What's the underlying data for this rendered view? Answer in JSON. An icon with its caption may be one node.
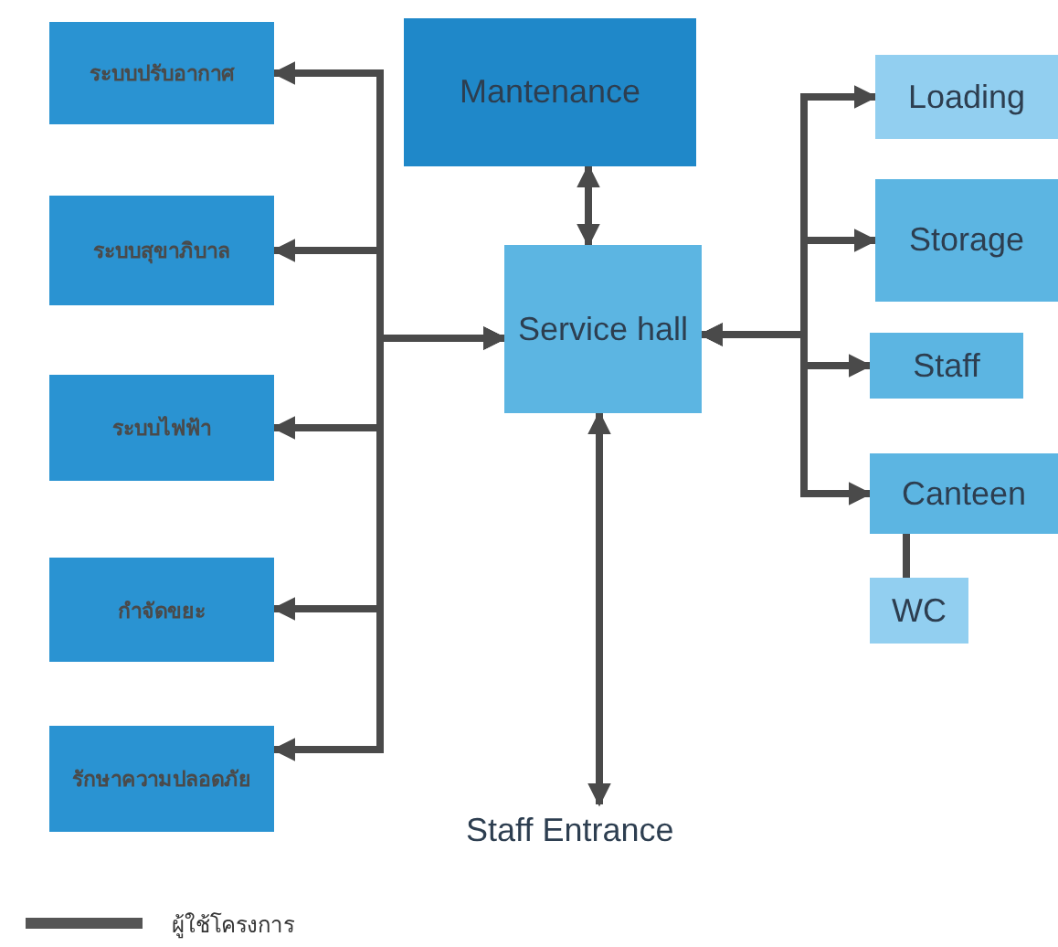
{
  "diagram": {
    "nodes": [
      {
        "text": [
          "ระบบปรับอากาศ"
        ]
      },
      {
        "text": [
          "ระบบสุขาภิบาล"
        ]
      },
      {
        "text": [
          "ระบบไฟฟ้า"
        ]
      },
      {
        "text": [
          "กำจัดขยะ"
        ]
      },
      {
        "text": [
          "รักษาความปลอดภัย"
        ]
      },
      {
        "text": [
          "Mantenance"
        ]
      },
      {
        "text": [
          "Service hall"
        ]
      },
      {
        "text": [
          "Loading"
        ]
      },
      {
        "text": [
          "Storage"
        ]
      },
      {
        "text": [
          "Staff"
        ]
      },
      {
        "text": [
          "Canteen"
        ]
      },
      {
        "text": [
          "WC"
        ]
      },
      {
        "text": [
          "Staff Entrance"
        ]
      }
    ],
    "edges": [
      {
        "from": 6,
        "to": 0,
        "arrow": "both"
      },
      {
        "from": 6,
        "to": 1,
        "arrow": "both"
      },
      {
        "from": 6,
        "to": 2,
        "arrow": "both"
      },
      {
        "from": 6,
        "to": 3,
        "arrow": "both"
      },
      {
        "from": 6,
        "to": 4,
        "arrow": "both"
      },
      {
        "from": 6,
        "to": 5,
        "arrow": "both"
      },
      {
        "from": 6,
        "to": 7,
        "arrow": "both"
      },
      {
        "from": 6,
        "to": 8,
        "arrow": "both"
      },
      {
        "from": 6,
        "to": 9,
        "arrow": "both"
      },
      {
        "from": 6,
        "to": 10,
        "arrow": "both"
      },
      {
        "from": 10,
        "to": 11,
        "arrow": "none"
      },
      {
        "from": 6,
        "to": 12,
        "arrow": "both"
      }
    ],
    "legend": [
      {
        "text": "ผู้ใช้โครงการ"
      }
    ]
  }
}
